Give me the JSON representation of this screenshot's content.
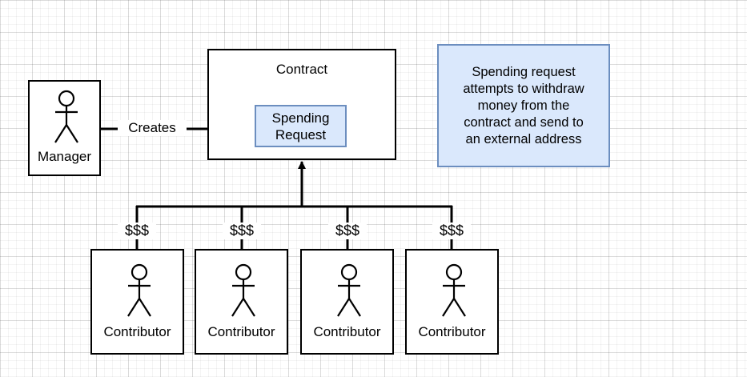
{
  "diagram": {
    "title_node": "Contract",
    "manager": {
      "label": "Manager",
      "icon": "stick-figure-icon"
    },
    "creates_edge": {
      "label": "Creates"
    },
    "spending_request": {
      "label": "Spending\nRequest"
    },
    "annotation": {
      "text": "Spending request\nattempts to withdraw\nmoney from the\ncontract and send to\nan external address"
    },
    "contributors": [
      {
        "label": "Contributor",
        "money_label": "$$$",
        "icon": "stick-figure-icon"
      },
      {
        "label": "Contributor",
        "money_label": "$$$",
        "icon": "stick-figure-icon"
      },
      {
        "label": "Contributor",
        "money_label": "$$$",
        "icon": "stick-figure-icon"
      },
      {
        "label": "Contributor",
        "money_label": "$$$",
        "icon": "stick-figure-icon"
      }
    ],
    "colors": {
      "stroke": "#000000",
      "note_fill": "#dae8fc",
      "note_stroke": "#6c8ebf",
      "canvas": "#ffffff",
      "grid": "#e6e6e6"
    }
  }
}
